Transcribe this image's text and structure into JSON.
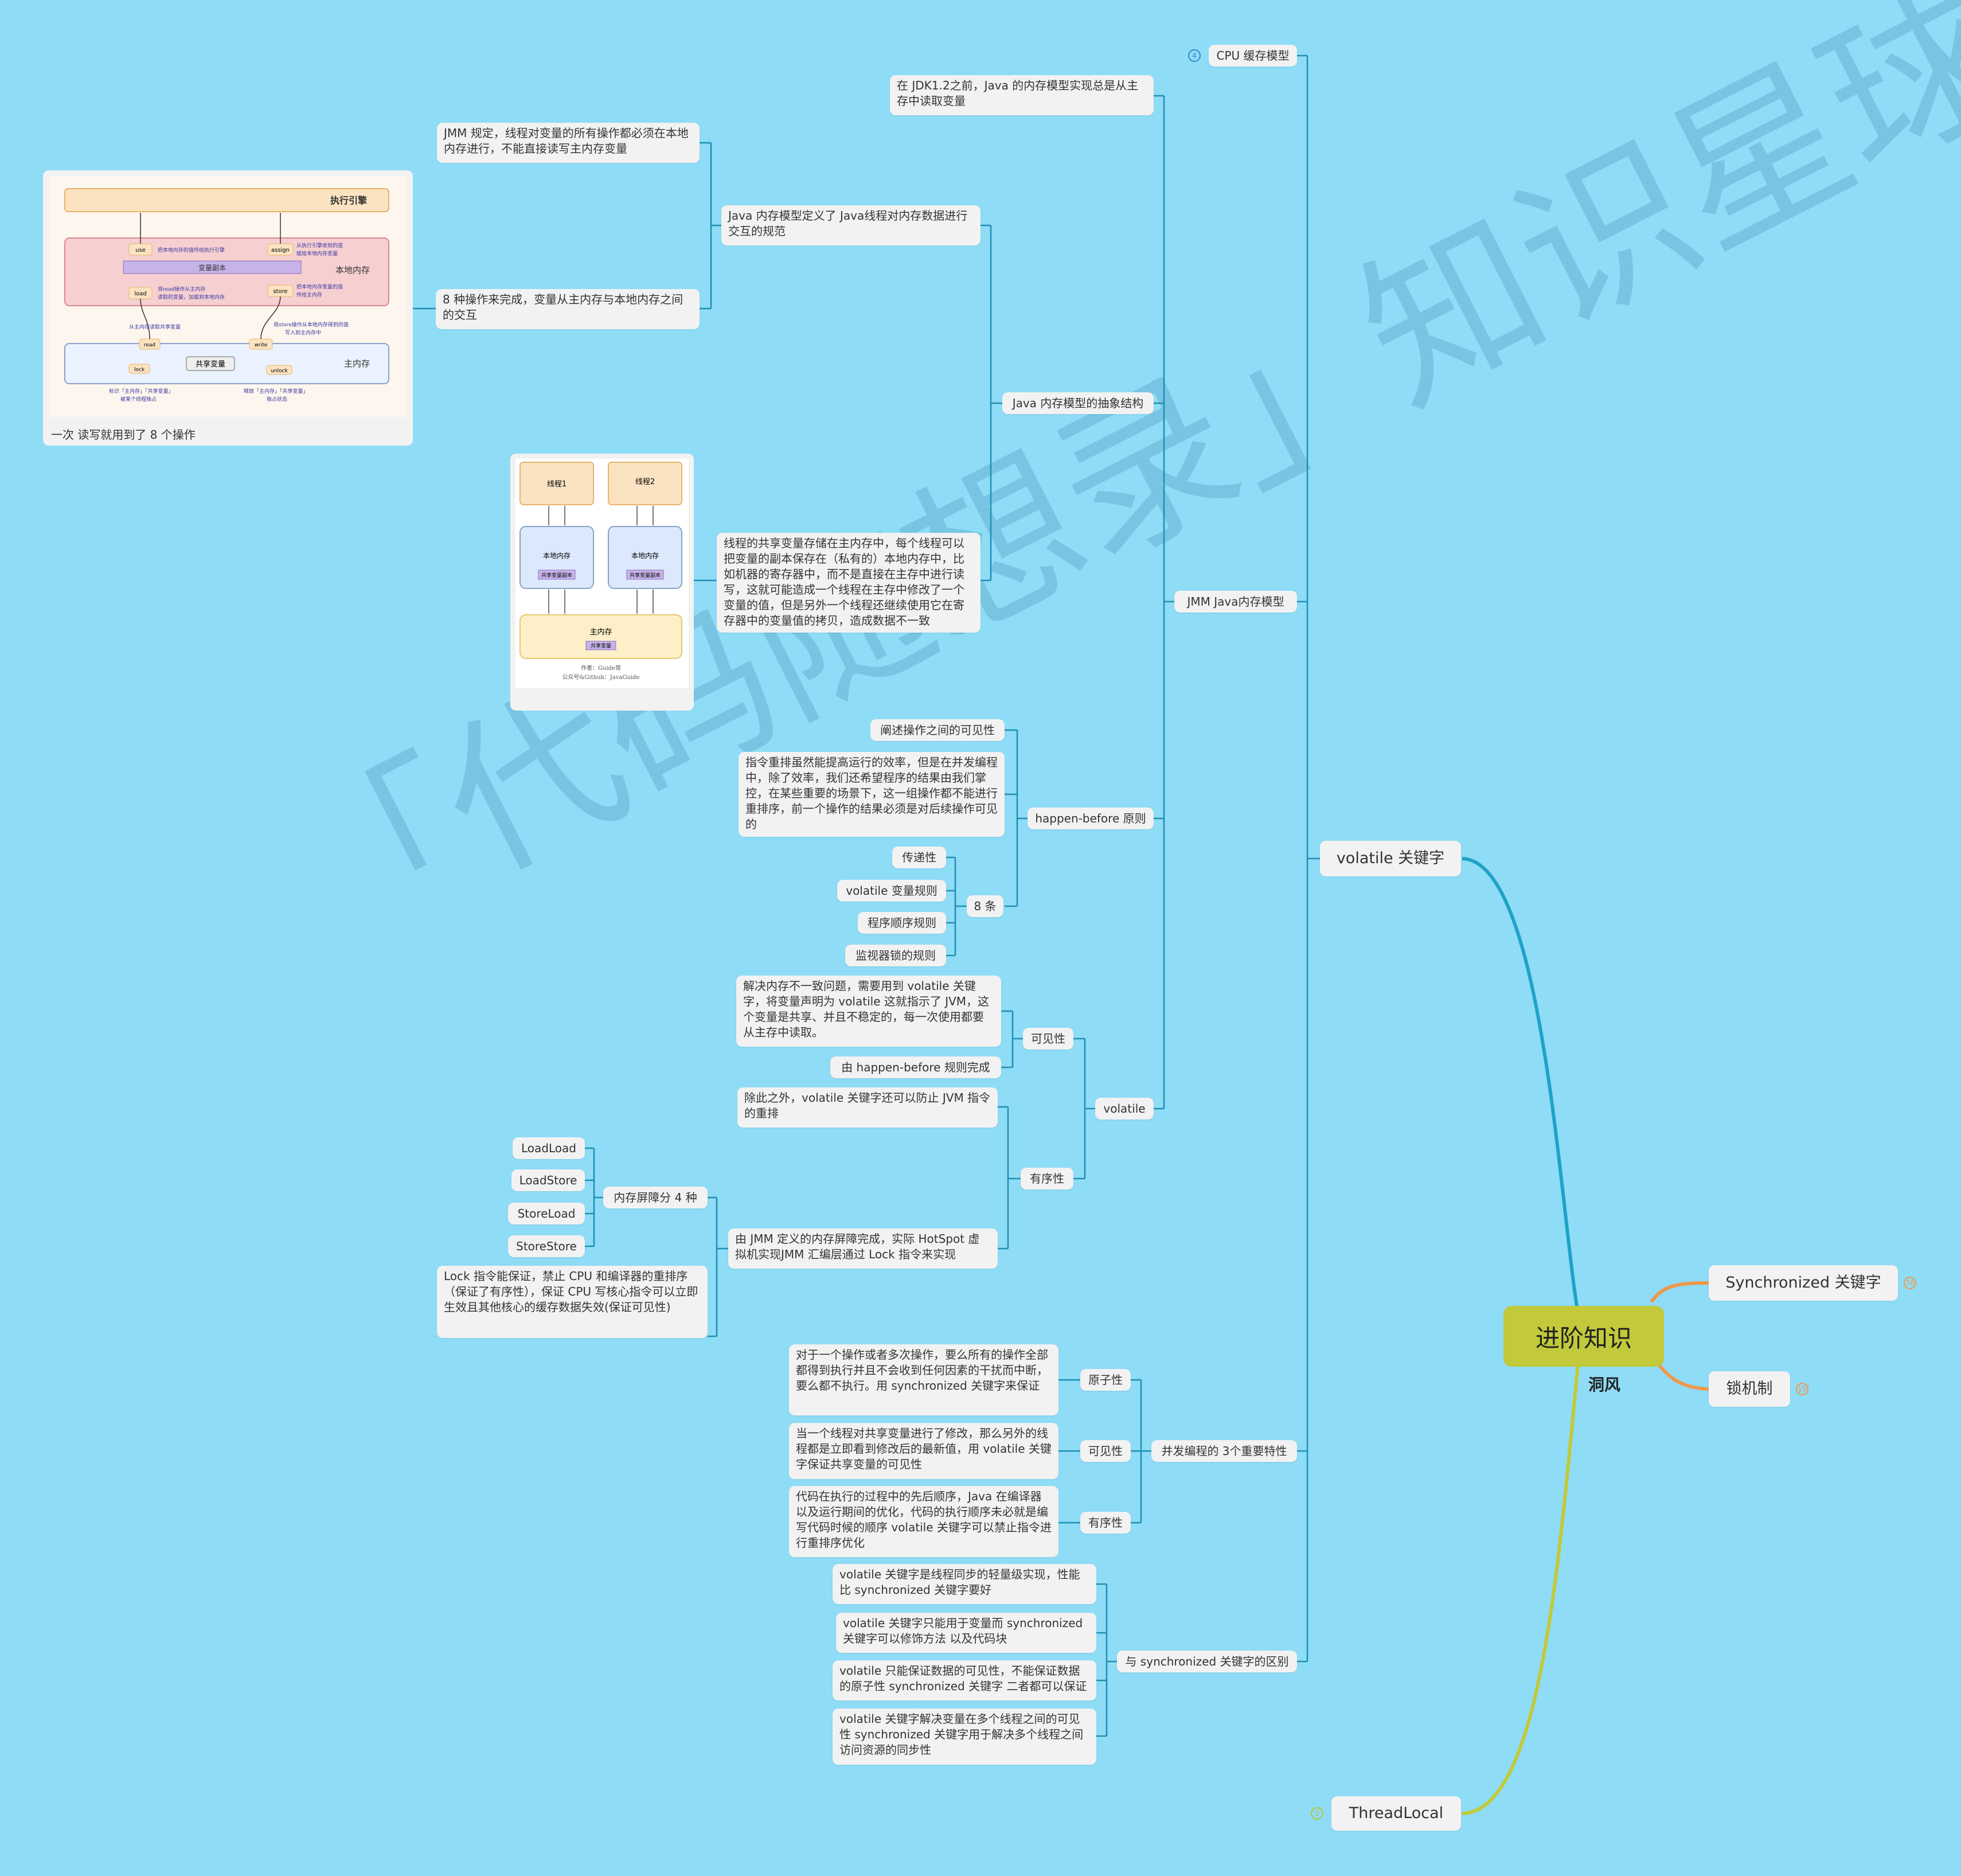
{
  "watermark": "「代码随想录」知识星球",
  "root": {
    "label": "进阶知识",
    "signature": "洞风"
  },
  "badges": {
    "cpu": "4",
    "synchronized": "70",
    "lock": "15",
    "threadlocal": "5"
  },
  "branches": {
    "volatile": "volatile 关键字",
    "synchronized": "Synchronized 关键字",
    "lock": "锁机制",
    "threadlocal": "ThreadLocal"
  },
  "nodes": {
    "cpu_cache": "CPU 缓存模型",
    "jmm": "JMM Java内存模型",
    "jdk12": "在 JDK1.2之前，Java 的内存模型实现总是从主存中读取变量",
    "jmm_abstract": "Java 内存模型的抽象结构",
    "jmm_define": "Java 内存模型定义了 Java线程对内存数据进行交互的规范",
    "jmm_rule": "JMM 规定，线程对变量的所有操作都必须在本地内存进行，不能直接读写主内存变量",
    "eight_ops": "8 种操作来完成，变量从主内存与本地内存之间的交互",
    "img1_caption": "一次 读写就用到了 8 个操作",
    "shared_var_desc": "线程的共享变量存储在主内存中，每个线程可以把变量的副本保存在（私有的）本地内存中，比如机器的寄存器中，而不是直接在主存中进行读写，这就可能造成一个线程在主存中修改了一个变量的值，但是另外一个线程还继续使用它在寄存器中的变量值的拷贝，造成数据不一致",
    "happen_before": "happen-before 原则",
    "hb_visibility": "阐述操作之间的可见性",
    "hb_reorder": "指令重排虽然能提高运行的效率，但是在并发编程中，除了效率，我们还希望程序的结果由我们掌控，在某些重要的场景下，这一组操作都不能进行重排序，前一个操作的结果必须是对后续操作可见的",
    "eight_rules": "8 条",
    "rule_transitive": "传递性",
    "rule_volatile": "volatile 变量规则",
    "rule_order": "程序顺序规则",
    "rule_monitor": "监视器锁的规则",
    "volatile": "volatile",
    "visibility": "可见性",
    "vis_desc": "解决内存不一致问题，需要用到 volatile 关键字，将变量声明为 volatile 这就指示了 JVM，这个变量是共享、并且不稳定的，每一次使用都要从主存中读取。",
    "vis_hb": "由 happen-before 规则完成",
    "ordering": "有序性",
    "ord_desc": "除此之外，volatile 关键字还可以防止 JVM 指令的重排",
    "ord_jmm": "由 JMM 定义的内存屏障完成，实际 HotSpot 虚拟机实现JMM 汇编层通过 Lock 指令来实现",
    "barrier4": "内存屏障分 4 种",
    "loadload": "LoadLoad",
    "loadstore": "LoadStore",
    "storeload": "StoreLoad",
    "storestore": "StoreStore",
    "lock_instr": "Lock 指令能保证，禁止 CPU 和编译器的重排序（保证了有序性），保证 CPU 写核心指令可以立即生效且其他核心的缓存数据失效(保证可见性)",
    "three_props": "并发编程的 3个重要特性",
    "atomic": "原子性",
    "atomic_desc": "对于一个操作或者多次操作，要么所有的操作全部都得到执行并且不会收到任何因素的干扰而中断，要么都不执行。用 synchronized 关键字来保证",
    "visibility2": "可见性",
    "vis2_desc": "当一个线程对共享变量进行了修改，那么另外的线程都是立即看到修改后的最新值，用 volatile 关键字保证共享变量的可见性",
    "ordering2": "有序性",
    "ord2_desc": "代码在执行的过程中的先后顺序，Java 在编译器以及运行期间的优化，代码的执行顺序未必就是编写代码时候的顺序 volatile 关键字可以禁止指令进行重排序优化",
    "vs_sync": "与 synchronized 关键字的区别",
    "diff1": "volatile 关键字是线程同步的轻量级实现，性能比 synchronized 关键字要好",
    "diff2": "volatile 关键字只能用于变量而 synchronized 关键字可以修饰方法 以及代码块",
    "diff3": "volatile 只能保证数据的可见性，不能保证数据的原子性 synchronized 关键字 二者都可以保证",
    "diff4": "volatile 关键字解决变量在多个线程之间的可见性 synchronized 关键字用于解决多个线程之间访问资源的同步性"
  },
  "image1": {
    "exec_engine": "执行引擎",
    "local_mem": "本地内存",
    "var_copy": "变量副本",
    "main_mem": "主内存",
    "shared_var": "共享变量",
    "use": "use",
    "assign": "assign",
    "load": "load",
    "store": "store",
    "read": "read",
    "write": "write",
    "lock": "lock",
    "unlock": "unlock",
    "use_desc": "把本地内存的值传给执行引擎",
    "assign_desc1": "从执行引擎收到的值",
    "assign_desc2": "赋给本地内存变量",
    "load_desc1": "将read操作从主内存",
    "load_desc2": "读取的变量，加载到本地内存",
    "store_desc1": "把本地内存变量的值",
    "store_desc2": "传给主内存",
    "read_desc": "从主内存读取共享变量",
    "write_desc1": "将store操作从本地内存得到的值",
    "write_desc2": "写入到主内存中",
    "lock_desc1": "标识「主内存」「共享变量」",
    "lock_desc2": "被某个线程独占",
    "unlock_desc1": "释放「主内存」「共享变量」",
    "unlock_desc2": "独占状态"
  },
  "image2": {
    "thread1": "线程1",
    "thread2": "线程2",
    "local_mem": "本地内存",
    "copy": "共享变量副本",
    "main_mem": "主内存",
    "shared": "共享变量",
    "author": "作者：Guide哥",
    "account": "公众号&Github：JavaGuide"
  }
}
